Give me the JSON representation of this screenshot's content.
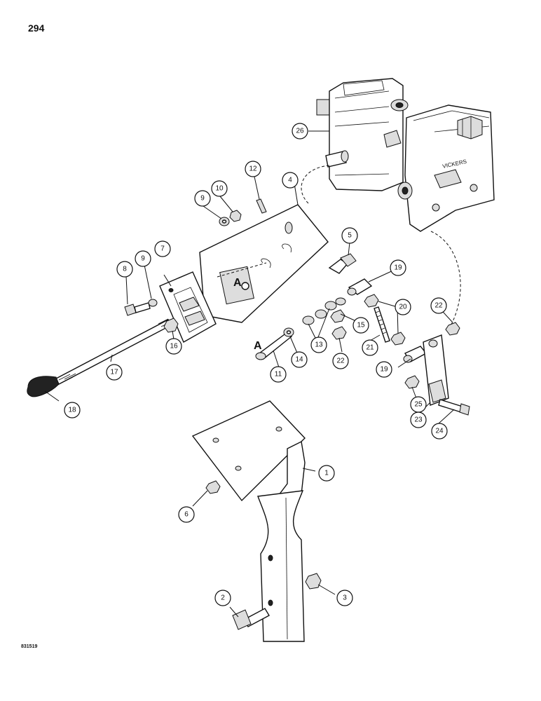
{
  "page_number": "294",
  "ref_code": "831519",
  "ref_letter": "A",
  "brand_text": "VICKERS",
  "callouts": [
    "26",
    "12",
    "4",
    "9",
    "10",
    "5",
    "19",
    "8",
    "9",
    "7",
    "20",
    "22",
    "16",
    "15",
    "13",
    "21",
    "22",
    "17",
    "11",
    "14",
    "19",
    "25",
    "18",
    "23",
    "24",
    "1",
    "6",
    "3",
    "2"
  ]
}
